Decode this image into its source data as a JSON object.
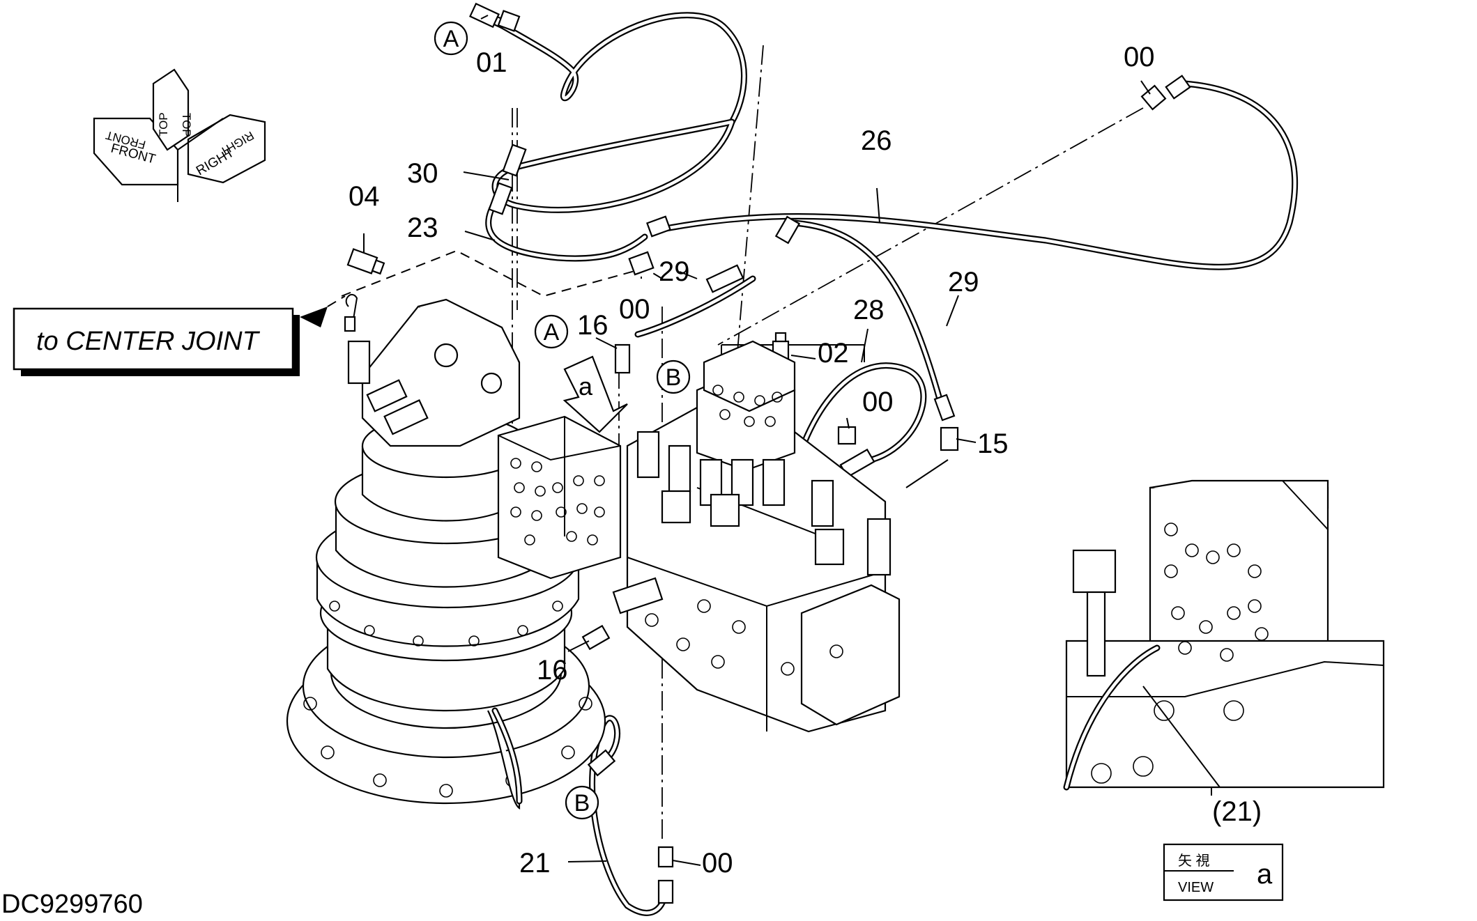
{
  "labels": {
    "p00_top": "00",
    "p01": "01",
    "p30": "30",
    "p04": "04",
    "p23": "23",
    "p26": "26",
    "p29_left": "29",
    "p00_mid": "00",
    "p16_top": "16",
    "p02": "02",
    "p28": "28",
    "p29_right": "29",
    "p00_right": "00",
    "p15": "15",
    "p16_bottom": "16",
    "p21": "21",
    "p00_bottom": "00",
    "p21_view": "(21)"
  },
  "circles": {
    "a_top": "A",
    "a_mid": "A",
    "b_mid": "B",
    "b_bottom": "B"
  },
  "arrow_label": "a",
  "callout": "to CENTER JOINT",
  "orientation": {
    "top": "TOP",
    "front": "FRONT",
    "right": "RIGHT"
  },
  "view_box": {
    "kanji": "矢 視",
    "word": "VIEW",
    "letter": "a"
  },
  "drawing_number": "DC9299760"
}
